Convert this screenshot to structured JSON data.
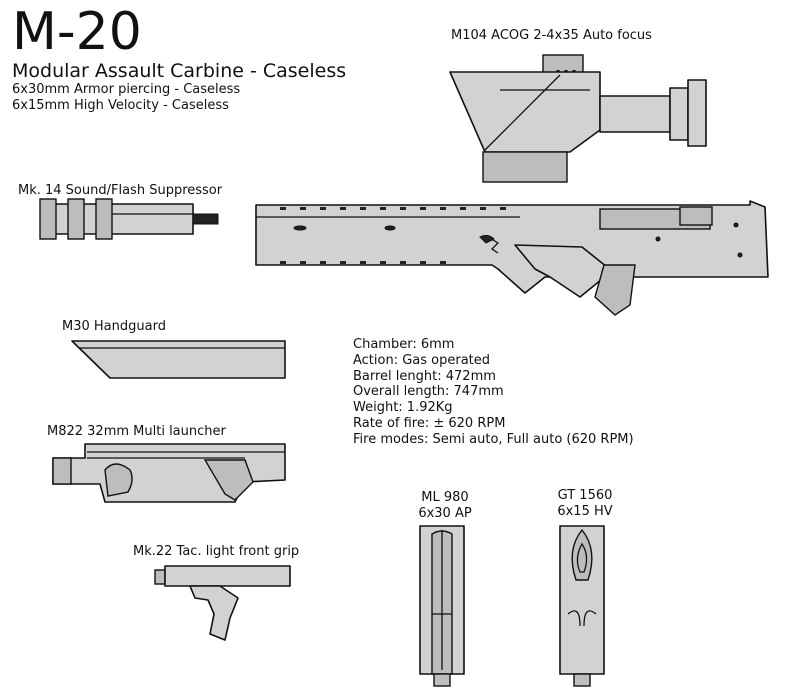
{
  "title": "M-20",
  "subtitle": "Modular Assault Carbine - Caseless",
  "ammo_lines": [
    "6x30mm Armor piercing - Caseless",
    "6x15mm High Velocity - Caseless"
  ],
  "parts": {
    "scope": "M104 ACOG 2-4x35 Auto focus",
    "suppressor": "Mk. 14 Sound/Flash Suppressor",
    "handguard": "M30 Handguard",
    "launcher": "M822 32mm Multi launcher",
    "grip": "Mk.22 Tac. light front grip"
  },
  "specs": [
    "Chamber: 6mm",
    "Action: Gas operated",
    "Barrel lenght: 472mm",
    "Overall length: 747mm",
    "Weight: 1.92Kg",
    "Rate of fire: ± 620 RPM",
    "Fire modes: Semi auto, Full auto (620 RPM)"
  ],
  "rounds": [
    {
      "name": "ML 980",
      "type": "6x30 AP"
    },
    {
      "name": "GT 1560",
      "type": "6x15 HV"
    }
  ]
}
